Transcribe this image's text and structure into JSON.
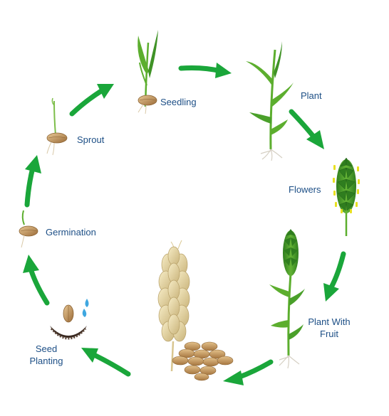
{
  "diagram": {
    "colors": {
      "arrow": "#1aa63a",
      "leaf": "#5cae2e",
      "leaf_dark": "#2f7d1f",
      "seed": "#c9a06a",
      "seed_dark": "#8a6232",
      "label": "#1d4f86",
      "flower_pollen": "#e8e020",
      "water": "#3fa7e0",
      "soil": "#3a2a22",
      "ripe_grain": "#e6d9a6"
    },
    "stages": [
      {
        "label": "Seedling",
        "icon": "seedling-icon"
      },
      {
        "label": "Plant",
        "icon": "wheat-plant-icon"
      },
      {
        "label": "Flowers",
        "icon": "flowering-spike-icon"
      },
      {
        "label": "Plant With\nFruit",
        "line1": "Plant With",
        "line2": "Fruit",
        "icon": "fruiting-plant-icon"
      },
      {
        "label": "",
        "icon": "ripe-wheat-and-grains-icon"
      },
      {
        "label": "Seed\nPlanting",
        "line1": "Seed",
        "line2": "Planting",
        "icon": "seed-in-soil-icon"
      },
      {
        "label": "Germination",
        "icon": "germinating-seed-icon"
      },
      {
        "label": "Sprout",
        "icon": "sprout-icon"
      }
    ],
    "arrow_count": 8
  }
}
